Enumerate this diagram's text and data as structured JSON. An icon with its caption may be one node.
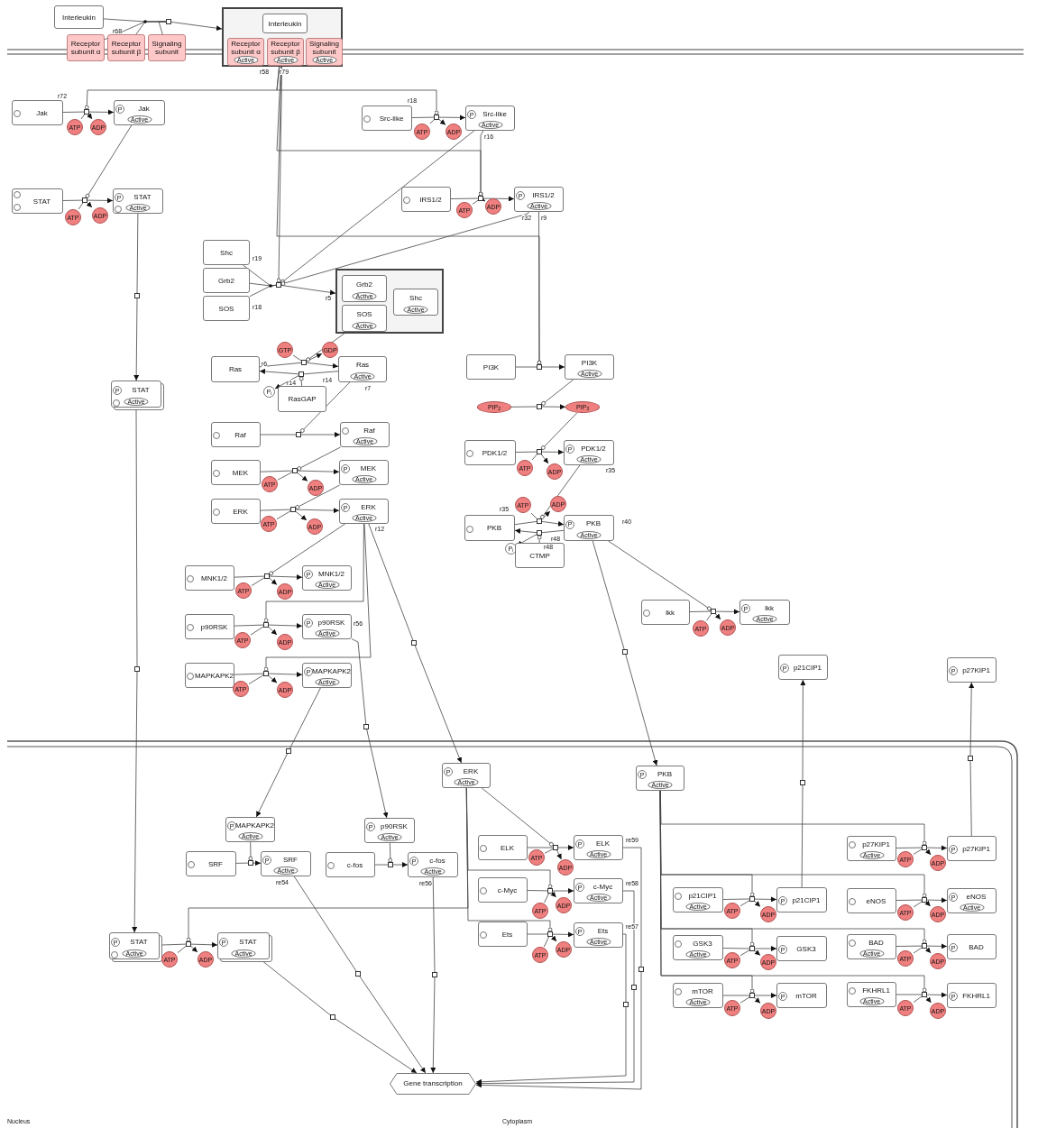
{
  "diagram": {
    "nodes": [
      {
        "text": [
          "Interleukin"
        ]
      },
      {
        "text": [
          "Receptor subunit α"
        ]
      },
      {
        "text": [
          "Receptor subunit β"
        ]
      },
      {
        "text": [
          "Signaling subunit"
        ]
      },
      {
        "text": [],
        "shape": "box"
      },
      {
        "text": [],
        "shape": "box"
      },
      {
        "text": [
          "Interleukin"
        ],
        "in": 5
      },
      {
        "text": [
          "Receptor subunit α",
          "Active"
        ],
        "in": 5
      },
      {
        "text": [
          "Receptor subunit β",
          "Active"
        ],
        "in": 5
      },
      {
        "text": [
          "Signaling subunit",
          "Active"
        ],
        "in": 5
      },
      {
        "text": [
          "Jak"
        ]
      },
      {
        "text": [],
        "shape": "box"
      },
      {
        "text": [
          "P",
          "Jak",
          "Active"
        ]
      },
      {
        "text": [
          "ATP"
        ]
      },
      {
        "text": [
          "ADP"
        ]
      },
      {
        "text": [
          "STAT"
        ]
      },
      {
        "text": [],
        "shape": "box"
      },
      {
        "text": [
          "P",
          "STAT",
          "Active"
        ]
      },
      {
        "text": [
          "ATP"
        ]
      },
      {
        "text": [
          "ADP"
        ]
      },
      {
        "text": [],
        "shape": "box"
      },
      {
        "text": [
          "P",
          "STAT",
          "Active"
        ]
      },
      {
        "text": [],
        "shape": "box"
      },
      {
        "text": [
          "P",
          "STAT",
          "Active"
        ]
      },
      {
        "text": [
          "Src-like"
        ]
      },
      {
        "text": [],
        "shape": "box"
      },
      {
        "text": [
          "P",
          "Src-like",
          "Active"
        ]
      },
      {
        "text": [
          "ATP"
        ]
      },
      {
        "text": [
          "ADP"
        ]
      },
      {
        "text": [
          "IRS1/2"
        ]
      },
      {
        "text": [],
        "shape": "box"
      },
      {
        "text": [
          "P",
          "IRS1/2",
          "Active"
        ]
      },
      {
        "text": [
          "ATP"
        ]
      },
      {
        "text": [
          "ADP"
        ]
      },
      {
        "text": [
          "Shc"
        ]
      },
      {
        "text": [
          "Grb2"
        ]
      },
      {
        "text": [
          "SOS"
        ]
      },
      {
        "text": [],
        "shape": "box"
      },
      {
        "text": [],
        "shape": "box"
      },
      {
        "text": [
          "Grb2",
          "Active"
        ],
        "in": 38
      },
      {
        "text": [
          "SOS",
          "Active"
        ],
        "in": 38
      },
      {
        "text": [
          "Shc",
          "Active"
        ],
        "in": 38
      },
      {
        "text": [
          "Ras"
        ]
      },
      {
        "text": [],
        "shape": "box"
      },
      {
        "text": [
          "Ras",
          "Active"
        ]
      },
      {
        "text": [
          "GTP"
        ]
      },
      {
        "text": [
          "GDP"
        ]
      },
      {
        "text": [],
        "shape": "box"
      },
      {
        "text": [
          "P$_{i}$"
        ]
      },
      {
        "text": [
          "RasGAP"
        ]
      },
      {
        "text": [
          "Raf"
        ]
      },
      {
        "text": [],
        "shape": "box"
      },
      {
        "text": [
          "Raf",
          "Active"
        ]
      },
      {
        "text": [
          "MEK"
        ]
      },
      {
        "text": [],
        "shape": "box"
      },
      {
        "text": [
          "P",
          "MEK",
          "Active"
        ]
      },
      {
        "text": [
          "ATP"
        ]
      },
      {
        "text": [
          "ADP"
        ]
      },
      {
        "text": [
          "ERK"
        ]
      },
      {
        "text": [],
        "shape": "box"
      },
      {
        "text": [
          "P",
          "ERK",
          "Active"
        ]
      },
      {
        "text": [
          "ATP"
        ]
      },
      {
        "text": [
          "ADP"
        ]
      },
      {
        "text": [
          "MNK1/2"
        ]
      },
      {
        "text": [],
        "shape": "box"
      },
      {
        "text": [
          "P",
          "MNK1/2",
          "Active"
        ]
      },
      {
        "text": [
          "ATP"
        ]
      },
      {
        "text": [
          "ADP"
        ]
      },
      {
        "text": [
          "p90RSK"
        ]
      },
      {
        "text": [],
        "shape": "box"
      },
      {
        "text": [
          "P",
          "p90RSK",
          "Active"
        ]
      },
      {
        "text": [
          "ATP"
        ]
      },
      {
        "text": [
          "ADP"
        ]
      },
      {
        "text": [
          "MAPKAPK2"
        ]
      },
      {
        "text": [],
        "shape": "box"
      },
      {
        "text": [
          "P",
          "MAPKAPK2",
          "Active"
        ]
      },
      {
        "text": [
          "ATP"
        ]
      },
      {
        "text": [
          "ADP"
        ]
      },
      {
        "text": [
          "PI3K"
        ]
      },
      {
        "text": [],
        "shape": "box"
      },
      {
        "text": [
          "PI3K",
          "Active"
        ]
      },
      {
        "text": [
          "PIP$_{2}$"
        ]
      },
      {
        "text": [],
        "shape": "box"
      },
      {
        "text": [
          "PIP$_{3}$"
        ]
      },
      {
        "text": [
          "PDK1/2"
        ]
      },
      {
        "text": [],
        "shape": "box"
      },
      {
        "text": [
          "P",
          "PDK1/2",
          "Active"
        ]
      },
      {
        "text": [
          "ATP"
        ]
      },
      {
        "text": [
          "ADP"
        ]
      },
      {
        "text": [
          "PKB"
        ]
      },
      {
        "text": [],
        "shape": "box"
      },
      {
        "text": [
          "P",
          "PKB",
          "Active"
        ]
      },
      {
        "text": [
          "ATP"
        ]
      },
      {
        "text": [
          "ADP"
        ]
      },
      {
        "text": [],
        "shape": "box"
      },
      {
        "text": [
          "P$_{i}$"
        ]
      },
      {
        "text": [
          "CTMP"
        ]
      },
      {
        "text": [
          "Ikk"
        ]
      },
      {
        "text": [],
        "shape": "box"
      },
      {
        "text": [
          "P",
          "Ikk",
          "Active"
        ]
      },
      {
        "text": [
          "ATP"
        ]
      },
      {
        "text": [
          "ADP"
        ]
      },
      {
        "text": [],
        "shape": "box"
      },
      {
        "text": [
          "P",
          "PKB",
          "Active"
        ]
      },
      {
        "text": [],
        "shape": "box"
      },
      {
        "text": [
          "P",
          "ERK",
          "Active"
        ]
      },
      {
        "text": [],
        "shape": "box"
      },
      {
        "text": [
          "P",
          "MAPKAPK2",
          "Active"
        ]
      },
      {
        "text": [],
        "shape": "box"
      },
      {
        "text": [
          "P",
          "p90RSK",
          "Active"
        ]
      },
      {
        "text": [
          "P",
          "p21CIP1"
        ]
      },
      {
        "text": [
          "P",
          "p27KIP1"
        ]
      },
      {
        "text": [
          "SRF"
        ]
      },
      {
        "text": [],
        "shape": "box"
      },
      {
        "text": [
          "P",
          "SRF",
          "Active"
        ]
      },
      {
        "text": [
          "c-fos"
        ]
      },
      {
        "text": [],
        "shape": "box"
      },
      {
        "text": [
          "P",
          "c-fos",
          "Active"
        ]
      },
      {
        "text": [
          "ELK"
        ]
      },
      {
        "text": [],
        "shape": "box"
      },
      {
        "text": [
          "P",
          "ELK",
          "Active"
        ]
      },
      {
        "text": [
          "ATP"
        ]
      },
      {
        "text": [
          "ADP"
        ]
      },
      {
        "text": [
          "c-Myc"
        ]
      },
      {
        "text": [],
        "shape": "box"
      },
      {
        "text": [
          "P",
          "c-Myc",
          "Active"
        ]
      },
      {
        "text": [
          "ATP"
        ]
      },
      {
        "text": [
          "ADP"
        ]
      },
      {
        "text": [
          "Ets"
        ]
      },
      {
        "text": [],
        "shape": "box"
      },
      {
        "text": [
          "P",
          "Ets",
          "Active"
        ]
      },
      {
        "text": [
          "ATP"
        ]
      },
      {
        "text": [
          "ADP"
        ]
      },
      {
        "text": [],
        "shape": "box"
      },
      {
        "text": [
          "P",
          "STAT",
          "Active"
        ]
      },
      {
        "text": [
          "ATP"
        ]
      },
      {
        "text": [
          "ADP"
        ]
      },
      {
        "text": [
          "p27KIP1",
          "Active"
        ]
      },
      {
        "text": [],
        "shape": "box"
      },
      {
        "text": [
          "P",
          "p27KIP1"
        ]
      },
      {
        "text": [
          "ATP"
        ]
      },
      {
        "text": [
          "ADP"
        ]
      },
      {
        "text": [
          "p21CIP1",
          "Active"
        ]
      },
      {
        "text": [],
        "shape": "box"
      },
      {
        "text": [
          "P",
          "p21CIP1"
        ]
      },
      {
        "text": [
          "ATP"
        ]
      },
      {
        "text": [
          "ADP"
        ]
      },
      {
        "text": [
          "eNOS"
        ]
      },
      {
        "text": [],
        "shape": "box"
      },
      {
        "text": [
          "P",
          "eNOS",
          "Active"
        ]
      },
      {
        "text": [
          "ATP"
        ]
      },
      {
        "text": [
          "ADP"
        ]
      },
      {
        "text": [
          "GSK3",
          "Active"
        ]
      },
      {
        "text": [],
        "shape": "box"
      },
      {
        "text": [
          "P",
          "GSK3"
        ]
      },
      {
        "text": [
          "ATP"
        ]
      },
      {
        "text": [
          "ADP"
        ]
      },
      {
        "text": [
          "BAD",
          "Active"
        ]
      },
      {
        "text": [],
        "shape": "box"
      },
      {
        "text": [
          "P",
          "BAD"
        ]
      },
      {
        "text": [
          "ATP"
        ]
      },
      {
        "text": [
          "ADP"
        ]
      },
      {
        "text": [
          "mTOR",
          "Active"
        ]
      },
      {
        "text": [],
        "shape": "box"
      },
      {
        "text": [
          "P",
          "mTOR"
        ]
      },
      {
        "text": [
          "ATP"
        ]
      },
      {
        "text": [
          "ADP"
        ]
      },
      {
        "text": [
          "FKHRL1",
          "Active"
        ]
      },
      {
        "text": [],
        "shape": "box"
      },
      {
        "text": [
          "P",
          "FKHRL1"
        ]
      },
      {
        "text": [
          "ATP"
        ]
      },
      {
        "text": [
          "ADP"
        ]
      },
      {
        "text": [],
        "shape": "box"
      },
      {
        "text": [],
        "shape": "box"
      },
      {
        "text": [
          "Gene transcription"
        ]
      },
      {
        "text": [],
        "shape": "box"
      },
      {
        "text": [],
        "shape": "box"
      },
      {
        "text": [],
        "shape": "box"
      },
      {
        "text": [],
        "shape": "box"
      },
      {
        "text": [],
        "shape": "box"
      },
      {
        "text": [],
        "shape": "box"
      }
    ],
    "edges": [
      {
        "from": 0,
        "to": 4,
        "arrow": "none"
      },
      {
        "from": 1,
        "to": 4,
        "arrow": "none"
      },
      {
        "from": 2,
        "to": 4,
        "arrow": "none"
      },
      {
        "from": 3,
        "to": 4,
        "arrow": "none"
      },
      {
        "from": 4,
        "to": 5,
        "arrow": "to"
      },
      {
        "from": 10,
        "to": 11,
        "arrow": "none"
      },
      {
        "from": 11,
        "to": 12,
        "arrow": "to"
      },
      {
        "from": 13,
        "to": 11,
        "arrow": "none"
      },
      {
        "from": 11,
        "to": 14,
        "arrow": "to"
      },
      {
        "from": 5,
        "to": 11,
        "arrow": "other"
      },
      {
        "from": 15,
        "to": 16,
        "arrow": "none"
      },
      {
        "from": 16,
        "to": 17,
        "arrow": "to"
      },
      {
        "from": 18,
        "to": 16,
        "arrow": "none"
      },
      {
        "from": 16,
        "to": 19,
        "arrow": "to"
      },
      {
        "from": 12,
        "to": 16,
        "arrow": "other"
      },
      {
        "from": 17,
        "to": 20,
        "arrow": "none"
      },
      {
        "from": 20,
        "to": 21,
        "arrow": "to"
      },
      {
        "from": 21,
        "to": 22,
        "arrow": "none"
      },
      {
        "from": 22,
        "to": 23,
        "arrow": "to"
      },
      {
        "from": 24,
        "to": 25,
        "arrow": "none"
      },
      {
        "from": 25,
        "to": 26,
        "arrow": "to"
      },
      {
        "from": 27,
        "to": 25,
        "arrow": "none"
      },
      {
        "from": 25,
        "to": 28,
        "arrow": "to"
      },
      {
        "from": 5,
        "to": 25,
        "arrow": "other"
      },
      {
        "from": 29,
        "to": 30,
        "arrow": "none"
      },
      {
        "from": 30,
        "to": 31,
        "arrow": "to"
      },
      {
        "from": 32,
        "to": 30,
        "arrow": "none"
      },
      {
        "from": 30,
        "to": 33,
        "arrow": "to"
      },
      {
        "from": 26,
        "to": 30,
        "arrow": "other"
      },
      {
        "from": 5,
        "to": 30,
        "arrow": "other"
      },
      {
        "from": 34,
        "to": 37,
        "arrow": "none"
      },
      {
        "from": 35,
        "to": 37,
        "arrow": "none"
      },
      {
        "from": 36,
        "to": 37,
        "arrow": "none"
      },
      {
        "from": 37,
        "to": 38,
        "arrow": "to"
      },
      {
        "from": 5,
        "to": 37,
        "arrow": "other"
      },
      {
        "from": 26,
        "to": 37,
        "arrow": "other"
      },
      {
        "from": 31,
        "to": 37,
        "arrow": "other"
      },
      {
        "from": 42,
        "to": 43,
        "arrow": "none"
      },
      {
        "from": 43,
        "to": 44,
        "arrow": "to"
      },
      {
        "from": 45,
        "to": 43,
        "arrow": "none"
      },
      {
        "from": 43,
        "to": 46,
        "arrow": "to"
      },
      {
        "from": 38,
        "to": 43,
        "arrow": "other"
      },
      {
        "from": 44,
        "to": 47,
        "arrow": "none"
      },
      {
        "from": 47,
        "to": 42,
        "arrow": "to"
      },
      {
        "from": 47,
        "to": 48,
        "arrow": "to"
      },
      {
        "from": 49,
        "to": 47,
        "arrow": "other"
      },
      {
        "from": 50,
        "to": 51,
        "arrow": "none"
      },
      {
        "from": 51,
        "to": 52,
        "arrow": "to"
      },
      {
        "from": 44,
        "to": 51,
        "arrow": "other"
      },
      {
        "from": 53,
        "to": 54,
        "arrow": "none"
      },
      {
        "from": 54,
        "to": 55,
        "arrow": "to"
      },
      {
        "from": 56,
        "to": 54,
        "arrow": "none"
      },
      {
        "from": 54,
        "to": 57,
        "arrow": "to"
      },
      {
        "from": 52,
        "to": 54,
        "arrow": "other"
      },
      {
        "from": 58,
        "to": 59,
        "arrow": "none"
      },
      {
        "from": 59,
        "to": 60,
        "arrow": "to"
      },
      {
        "from": 61,
        "to": 59,
        "arrow": "none"
      },
      {
        "from": 59,
        "to": 62,
        "arrow": "to"
      },
      {
        "from": 55,
        "to": 59,
        "arrow": "other"
      },
      {
        "from": 63,
        "to": 64,
        "arrow": "none"
      },
      {
        "from": 64,
        "to": 65,
        "arrow": "to"
      },
      {
        "from": 66,
        "to": 64,
        "arrow": "none"
      },
      {
        "from": 64,
        "to": 67,
        "arrow": "to"
      },
      {
        "from": 60,
        "to": 64,
        "arrow": "other"
      },
      {
        "from": 68,
        "to": 69,
        "arrow": "none"
      },
      {
        "from": 69,
        "to": 70,
        "arrow": "to"
      },
      {
        "from": 71,
        "to": 69,
        "arrow": "none"
      },
      {
        "from": 69,
        "to": 72,
        "arrow": "to"
      },
      {
        "from": 60,
        "to": 69,
        "arrow": "other"
      },
      {
        "from": 73,
        "to": 74,
        "arrow": "none"
      },
      {
        "from": 74,
        "to": 75,
        "arrow": "to"
      },
      {
        "from": 76,
        "to": 74,
        "arrow": "none"
      },
      {
        "from": 74,
        "to": 77,
        "arrow": "to"
      },
      {
        "from": 60,
        "to": 74,
        "arrow": "other"
      },
      {
        "from": 78,
        "to": 79,
        "arrow": "none"
      },
      {
        "from": 79,
        "to": 80,
        "arrow": "to"
      },
      {
        "from": 31,
        "to": 79,
        "arrow": "other"
      },
      {
        "from": 5,
        "to": 79,
        "arrow": "other"
      },
      {
        "from": 81,
        "to": 82,
        "arrow": "none"
      },
      {
        "from": 82,
        "to": 83,
        "arrow": "to"
      },
      {
        "from": 80,
        "to": 82,
        "arrow": "other"
      },
      {
        "from": 84,
        "to": 85,
        "arrow": "none"
      },
      {
        "from": 85,
        "to": 86,
        "arrow": "to"
      },
      {
        "from": 87,
        "to": 85,
        "arrow": "none"
      },
      {
        "from": 85,
        "to": 88,
        "arrow": "to"
      },
      {
        "from": 83,
        "to": 85,
        "arrow": "other"
      },
      {
        "from": 89,
        "to": 90,
        "arrow": "none"
      },
      {
        "from": 90,
        "to": 91,
        "arrow": "to"
      },
      {
        "from": 92,
        "to": 90,
        "arrow": "none"
      },
      {
        "from": 90,
        "to": 93,
        "arrow": "to"
      },
      {
        "from": 86,
        "to": 90,
        "arrow": "other"
      },
      {
        "from": 91,
        "to": 94,
        "arrow": "none"
      },
      {
        "from": 94,
        "to": 89,
        "arrow": "to"
      },
      {
        "from": 94,
        "to": 95,
        "arrow": "to"
      },
      {
        "from": 96,
        "to": 94,
        "arrow": "other"
      },
      {
        "from": 97,
        "to": 98,
        "arrow": "none"
      },
      {
        "from": 98,
        "to": 99,
        "arrow": "to"
      },
      {
        "from": 100,
        "to": 98,
        "arrow": "none"
      },
      {
        "from": 98,
        "to": 101,
        "arrow": "to"
      },
      {
        "from": 91,
        "to": 98,
        "arrow": "other"
      },
      {
        "from": 91,
        "to": 102,
        "arrow": "none"
      },
      {
        "from": 102,
        "to": 103,
        "arrow": "to"
      },
      {
        "from": 60,
        "to": 104,
        "arrow": "none"
      },
      {
        "from": 104,
        "to": 105,
        "arrow": "to"
      },
      {
        "from": 75,
        "to": 106,
        "arrow": "none"
      },
      {
        "from": 106,
        "to": 107,
        "arrow": "to"
      },
      {
        "from": 70,
        "to": 108,
        "arrow": "none"
      },
      {
        "from": 108,
        "to": 109,
        "arrow": "to"
      },
      {
        "from": 112,
        "to": 113,
        "arrow": "none"
      },
      {
        "from": 113,
        "to": 114,
        "arrow": "to"
      },
      {
        "from": 107,
        "to": 113,
        "arrow": "other"
      },
      {
        "from": 115,
        "to": 116,
        "arrow": "none"
      },
      {
        "from": 116,
        "to": 117,
        "arrow": "to"
      },
      {
        "from": 109,
        "to": 116,
        "arrow": "other"
      },
      {
        "from": 118,
        "to": 119,
        "arrow": "none"
      },
      {
        "from": 119,
        "to": 120,
        "arrow": "to"
      },
      {
        "from": 121,
        "to": 119,
        "arrow": "none"
      },
      {
        "from": 119,
        "to": 122,
        "arrow": "to"
      },
      {
        "from": 105,
        "to": 119,
        "arrow": "other"
      },
      {
        "from": 123,
        "to": 124,
        "arrow": "none"
      },
      {
        "from": 124,
        "to": 125,
        "arrow": "to"
      },
      {
        "from": 126,
        "to": 124,
        "arrow": "none"
      },
      {
        "from": 124,
        "to": 127,
        "arrow": "to"
      },
      {
        "from": 105,
        "to": 124,
        "arrow": "other"
      },
      {
        "from": 128,
        "to": 129,
        "arrow": "none"
      },
      {
        "from": 129,
        "to": 130,
        "arrow": "to"
      },
      {
        "from": 131,
        "to": 129,
        "arrow": "none"
      },
      {
        "from": 129,
        "to": 132,
        "arrow": "to"
      },
      {
        "from": 105,
        "to": 129,
        "arrow": "other"
      },
      {
        "from": 23,
        "to": 133,
        "arrow": "none"
      },
      {
        "from": 133,
        "to": 134,
        "arrow": "to"
      },
      {
        "from": 135,
        "to": 133,
        "arrow": "none"
      },
      {
        "from": 133,
        "to": 136,
        "arrow": "to"
      },
      {
        "from": 105,
        "to": 133,
        "arrow": "other"
      },
      {
        "from": 137,
        "to": 138,
        "arrow": "none"
      },
      {
        "from": 138,
        "to": 139,
        "arrow": "to"
      },
      {
        "from": 140,
        "to": 138,
        "arrow": "none"
      },
      {
        "from": 138,
        "to": 141,
        "arrow": "to"
      },
      {
        "from": 103,
        "to": 138,
        "arrow": "other"
      },
      {
        "from": 142,
        "to": 143,
        "arrow": "none"
      },
      {
        "from": 143,
        "to": 144,
        "arrow": "to"
      },
      {
        "from": 145,
        "to": 143,
        "arrow": "none"
      },
      {
        "from": 143,
        "to": 146,
        "arrow": "to"
      },
      {
        "from": 103,
        "to": 143,
        "arrow": "other"
      },
      {
        "from": 147,
        "to": 148,
        "arrow": "none"
      },
      {
        "from": 148,
        "to": 149,
        "arrow": "to"
      },
      {
        "from": 150,
        "to": 148,
        "arrow": "none"
      },
      {
        "from": 148,
        "to": 151,
        "arrow": "to"
      },
      {
        "from": 103,
        "to": 148,
        "arrow": "other"
      },
      {
        "from": 152,
        "to": 153,
        "arrow": "none"
      },
      {
        "from": 153,
        "to": 154,
        "arrow": "to"
      },
      {
        "from": 155,
        "to": 153,
        "arrow": "none"
      },
      {
        "from": 153,
        "to": 156,
        "arrow": "to"
      },
      {
        "from": 103,
        "to": 153,
        "arrow": "other"
      },
      {
        "from": 157,
        "to": 158,
        "arrow": "none"
      },
      {
        "from": 158,
        "to": 159,
        "arrow": "to"
      },
      {
        "from": 160,
        "to": 158,
        "arrow": "none"
      },
      {
        "from": 158,
        "to": 161,
        "arrow": "to"
      },
      {
        "from": 103,
        "to": 158,
        "arrow": "other"
      },
      {
        "from": 162,
        "to": 163,
        "arrow": "none"
      },
      {
        "from": 163,
        "to": 164,
        "arrow": "to"
      },
      {
        "from": 165,
        "to": 163,
        "arrow": "none"
      },
      {
        "from": 163,
        "to": 166,
        "arrow": "to"
      },
      {
        "from": 103,
        "to": 163,
        "arrow": "other"
      },
      {
        "from": 167,
        "to": 168,
        "arrow": "none"
      },
      {
        "from": 168,
        "to": 169,
        "arrow": "to"
      },
      {
        "from": 170,
        "to": 168,
        "arrow": "none"
      },
      {
        "from": 168,
        "to": 171,
        "arrow": "to"
      },
      {
        "from": 103,
        "to": 168,
        "arrow": "other"
      },
      {
        "from": 144,
        "to": 172,
        "arrow": "none"
      },
      {
        "from": 172,
        "to": 110,
        "arrow": "to"
      },
      {
        "from": 139,
        "to": 173,
        "arrow": "none"
      },
      {
        "from": 173,
        "to": 111,
        "arrow": "to"
      },
      {
        "from": 134,
        "to": 175,
        "arrow": "none"
      },
      {
        "from": 175,
        "to": 174,
        "arrow": "to"
      },
      {
        "from": 114,
        "to": 176,
        "arrow": "none"
      },
      {
        "from": 176,
        "to": 174,
        "arrow": "to"
      },
      {
        "from": 117,
        "to": 177,
        "arrow": "none"
      },
      {
        "from": 177,
        "to": 174,
        "arrow": "to"
      },
      {
        "from": 120,
        "to": 178,
        "arrow": "none"
      },
      {
        "from": 178,
        "to": 174,
        "arrow": "to"
      },
      {
        "from": 125,
        "to": 179,
        "arrow": "none"
      },
      {
        "from": 179,
        "to": 174,
        "arrow": "to"
      },
      {
        "from": 130,
        "to": 180,
        "arrow": "none"
      },
      {
        "from": 180,
        "to": 174,
        "arrow": "to"
      }
    ],
    "labels": [
      "r68",
      "r58",
      "r79",
      "r72",
      "r18",
      "r16",
      "r32",
      "r9",
      "r19",
      "r18",
      "r5",
      "r6",
      "r14",
      "r14",
      "r7",
      "r12",
      "r56",
      "r35",
      "r35",
      "r40",
      "r48",
      "r48",
      "re54",
      "re56",
      "re59",
      "re58",
      "re57",
      "Nucleus",
      "Cytoplasm"
    ]
  }
}
